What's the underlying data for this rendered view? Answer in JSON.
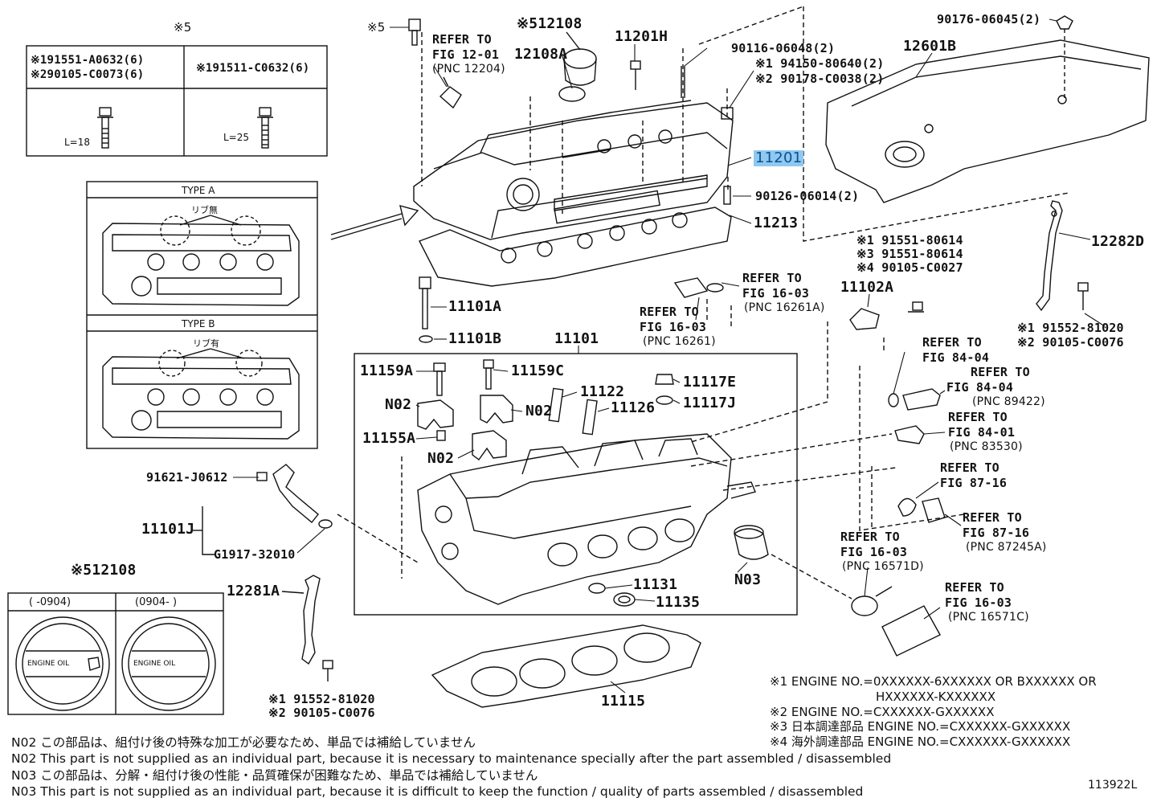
{
  "figure_id": "113922L",
  "top_left_table": {
    "header": "※5",
    "left_lines": [
      "※191551-A0632(6)",
      "※290105-C0073(6)"
    ],
    "right_line": "※191511-C0632(6)",
    "left_length": "L=18",
    "right_length": "L=25"
  },
  "types": {
    "a_title": "TYPE A",
    "a_note": "リブ無",
    "b_title": "TYPE B",
    "b_note": "リブ有"
  },
  "oil_cap_box": {
    "title": "※512108",
    "left_header": "(    -0904)",
    "right_header": "(0904-    )",
    "left_text": "ENGINE OIL",
    "right_text": "ENGINE OIL"
  },
  "parts": {
    "p_star5_top": "※5",
    "p_12108": "※512108",
    "p_12108A": "12108A",
    "p_refer_1201": [
      "REFER TO",
      "FIG 12-01",
      "(PNC 12204)"
    ],
    "p_11201H": "11201H",
    "p_90116": "90116-06048(2)",
    "p_94150": "※1 94150-80640(2)",
    "p_90178": "※2 90178-C0038(2)",
    "p_11201": "11201",
    "p_90126": "90126-06014(2)",
    "p_11213": "11213",
    "p_90176": "90176-06045(2)",
    "p_12601B": "12601B",
    "p_12282D": "12282D",
    "p_91551_80614_1": "※1 91551-80614",
    "p_91551_80614_3": "※3 91551-80614",
    "p_90105_C0027": "※4 90105-C0027",
    "p_11102A": "11102A",
    "p_refer_1603a": [
      "REFER TO",
      "FIG 16-03",
      "(PNC 16261A)"
    ],
    "p_refer_1603b": [
      "REFER TO",
      "FIG 16-03",
      "(PNC 16261)"
    ],
    "p_91552_r1": "※1 91552-81020",
    "p_90105_r2": "※2 90105-C0076",
    "p_11101A": "11101A",
    "p_11101B": "11101B",
    "p_11101": "11101",
    "p_11159A": "11159A",
    "p_11159C": "11159C",
    "p_11117E": "11117E",
    "p_11117J": "11117J",
    "p_11122": "11122",
    "p_11126": "11126",
    "p_N02a": "N02",
    "p_N02b": "N02",
    "p_N02c": "N02",
    "p_11155A": "11155A",
    "p_refer_8404a": [
      "REFER TO",
      "FIG 84-04"
    ],
    "p_refer_8404b": [
      "REFER TO",
      "FIG 84-04",
      "(PNC 89422)"
    ],
    "p_refer_8401": [
      "REFER TO",
      "FIG 84-01",
      "(PNC 83530)"
    ],
    "p_refer_8716a": [
      "REFER TO",
      "FIG 87-16"
    ],
    "p_refer_8716b": [
      "REFER TO",
      "FIG 87-16",
      "(PNC 87245A)"
    ],
    "p_refer_1603d": [
      "REFER TO",
      "FIG 16-03",
      "(PNC 16571D)"
    ],
    "p_refer_1603c": [
      "REFER TO",
      "FIG 16-03",
      "(PNC 16571C)"
    ],
    "p_91621": "91621-J0612",
    "p_11101J": "11101J",
    "p_G1917": "G1917-32010",
    "p_12281A": "12281A",
    "p_91552_l1": "※1 91552-81020",
    "p_90105_l2": "※2 90105-C0076",
    "p_11131": "11131",
    "p_11135": "11135",
    "p_N03": "N03",
    "p_11115": "11115"
  },
  "engine_notes": [
    "※1 ENGINE NO.=0XXXXXX-6XXXXXX OR BXXXXXX OR",
    "HXXXXXX-KXXXXXX",
    "※2 ENGINE NO.=CXXXXXX-GXXXXXX",
    "※3 日本調達部品 ENGINE NO.=CXXXXXX-GXXXXXX",
    "※4 海外調達部品 ENGINE NO.=CXXXXXX-GXXXXXX"
  ],
  "footnotes": [
    "N02  この部品は、組付け後の特殊な加工が必要なため、単品では補給していません",
    "N02  This part is not supplied as an individual part, because it is necessary to maintenance specially after the part assembled / disassembled",
    "N03  この部品は、分解・組付け後の性能・品質確保が困難なため、単品では補給していません",
    "N03  This part is not supplied as an individual part, because it is difficult to keep the function / quality of parts  assembled / disassembled"
  ],
  "colors": {
    "highlight_bg": "#8fc8f0",
    "highlight_text": "#0b4f91",
    "line": "#111111"
  }
}
